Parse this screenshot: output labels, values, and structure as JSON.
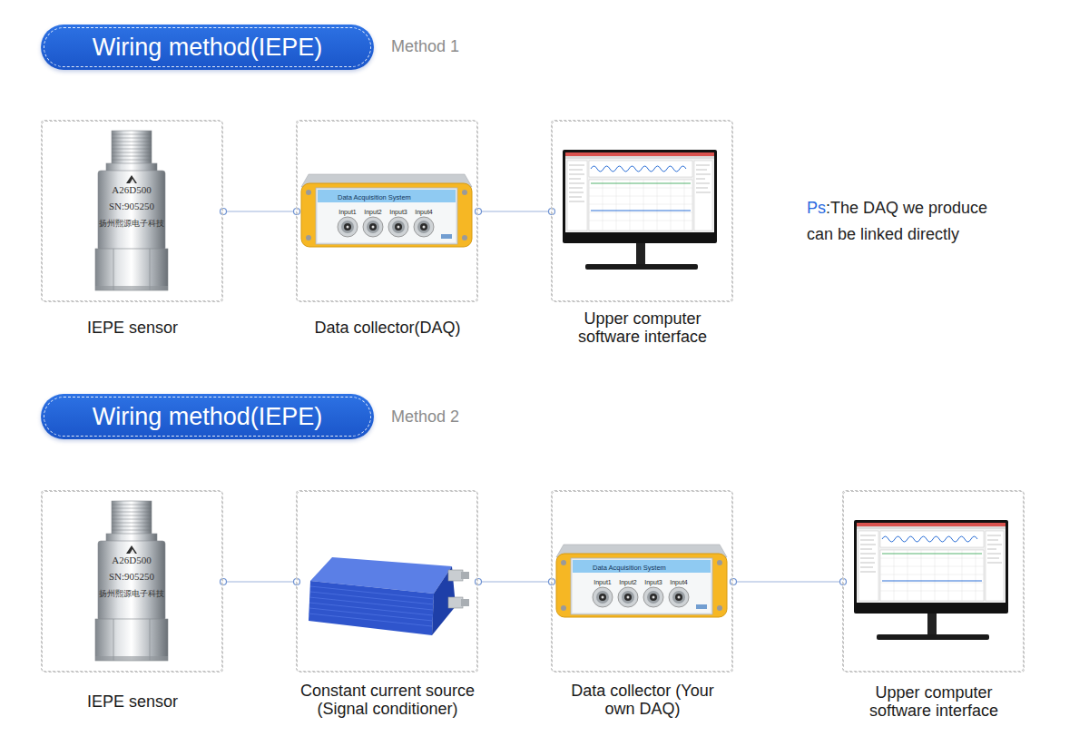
{
  "diagram": {
    "nodes": [
      {
        "text": [
          "Wiring method(IEPE)"
        ]
      },
      {
        "text": [
          "IEPE sensor"
        ]
      },
      {
        "text": [
          "Data collector(DAQ)"
        ]
      },
      {
        "text": [
          "Upper computer software interface"
        ]
      },
      {
        "text": [
          "Wiring method(IEPE)"
        ]
      },
      {
        "text": [
          "IEPE sensor"
        ]
      },
      {
        "text": [
          "Constant current source (Signal conditioner)"
        ]
      },
      {
        "text": [
          "Data collector (Your own DAQ)"
        ]
      },
      {
        "text": [
          "Upper computer software interface"
        ]
      }
    ],
    "edges": [
      {
        "from": 1,
        "to": 2,
        "arrow": "none"
      },
      {
        "from": 2,
        "to": 3,
        "arrow": "none"
      },
      {
        "from": 5,
        "to": 6,
        "arrow": "none"
      },
      {
        "from": 6,
        "to": 7,
        "arrow": "none"
      },
      {
        "from": 7,
        "to": 8,
        "arrow": "none"
      }
    ],
    "labels": [
      "Method 1",
      "A26D500",
      "SN:905250",
      "扬州熙源电子科技",
      "Data Acquisition System",
      "Input1",
      "Input2",
      "Input3",
      "Input4",
      "Ps",
      ":The DAQ we produce can be linked directly",
      "Method 2",
      "A26D500",
      "SN:905250",
      "扬州熙源电子科技",
      "Data Acquisition System",
      "Input1",
      "Input2",
      "Input3",
      "Input4"
    ]
  }
}
